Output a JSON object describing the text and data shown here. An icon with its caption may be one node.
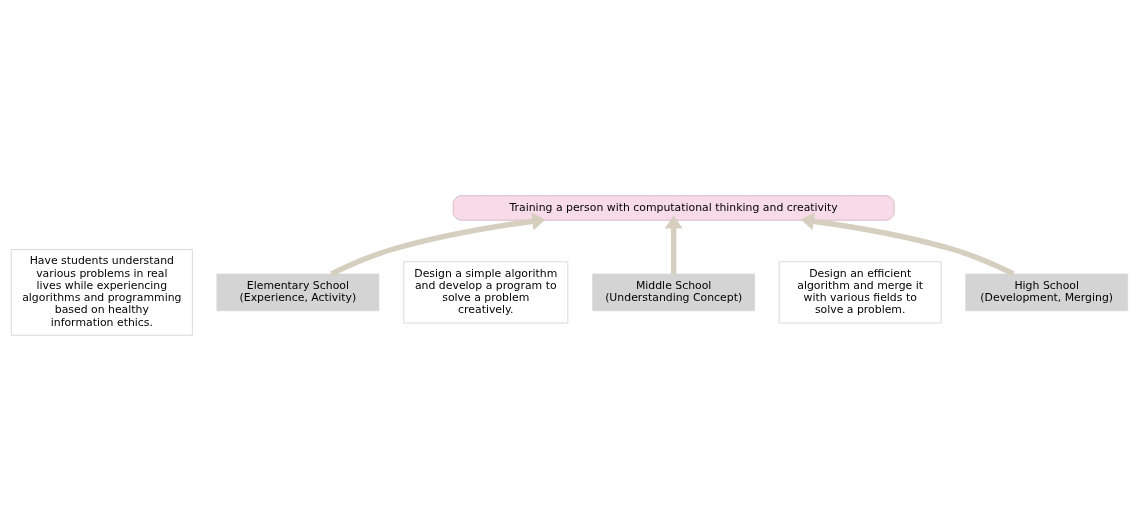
{
  "diagram": {
    "nodes": [
      {
        "text": [
          "Training a person with computational thinking and creativity"
        ]
      },
      {
        "text": [
          "Elementary School (Experience, Activity)"
        ]
      },
      {
        "text": [
          "Have students understand various problems in real lives while experiencing algorithms and programming based on healthy information ethics."
        ]
      },
      {
        "text": [
          "Middle School (Understanding Concept)"
        ]
      },
      {
        "text": [
          "Design a simple algorithm and develop a program to solve a problem creatively."
        ]
      },
      {
        "text": [
          "High School (Development, Merging)"
        ]
      },
      {
        "text": [
          "Design an efficient algorithm and merge it with various fields to solve a problem."
        ]
      }
    ],
    "edges": [
      {
        "from": 1,
        "to": 0,
        "arrow": "to"
      },
      {
        "from": 3,
        "to": 0,
        "arrow": "to"
      },
      {
        "from": 5,
        "to": 0,
        "arrow": "to"
      }
    ]
  }
}
